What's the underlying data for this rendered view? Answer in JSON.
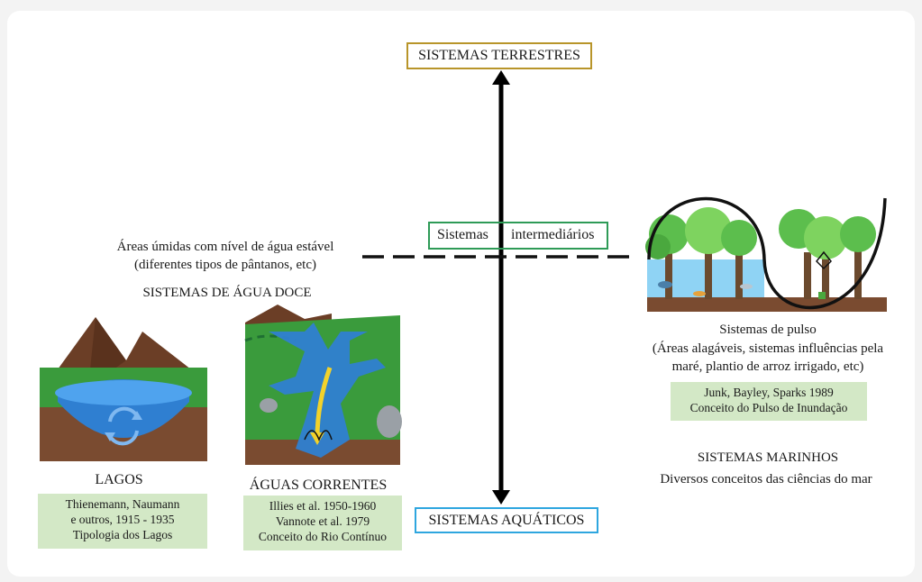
{
  "axis": {
    "top_label": "SISTEMAS TERRESTRES",
    "bottom_label": "SISTEMAS AQUÁTICOS",
    "middle_label_a": "Sistemas",
    "middle_label_b": "intermediários"
  },
  "wetlands_stable": {
    "line1": "Áreas úmidas com nível de água estável",
    "line2": "(diferentes tipos de pântanos, etc)"
  },
  "freshwater": {
    "heading": "SISTEMAS DE ÁGUA DOCE",
    "lakes": {
      "label": "LAGOS",
      "ref_lines": [
        "Thienemann, Naumann",
        "e outros, 1915 - 1935",
        "Tipologia dos Lagos"
      ]
    },
    "running_waters": {
      "label": "ÁGUAS CORRENTES",
      "ref_lines": [
        "Illies et al. 1950-1960",
        "Vannote et al. 1979",
        "Conceito do Rio Contínuo"
      ]
    }
  },
  "pulse": {
    "title": "Sistemas de pulso",
    "desc_lines": [
      "(Áreas alagáveis, sistemas influências pela",
      "maré, plantio de arroz irrigado, etc)"
    ],
    "ref_lines": [
      "Junk, Bayley, Sparks 1989",
      "Conceito do Pulso de Inundação"
    ]
  },
  "marine": {
    "heading": "SISTEMAS MARINHOS",
    "desc": "Diversos conceitos das ciências do mar"
  },
  "colors": {
    "terrestrial_border": "#b8952a",
    "aquatic_border": "#2ea6df",
    "intermediate_border": "#2e9b57",
    "reference_bg": "#d3e8c6",
    "water": "#2f7fd1",
    "grass": "#3a9b3c",
    "soil": "#7a4b30",
    "mountain": "#6b3e26",
    "tree_leaf": "#5cbe4d",
    "tree_trunk": "#6b4a2e"
  },
  "icons": [
    "lake-icon",
    "river-icon",
    "floodplain-icon",
    "vertical-double-arrow-icon",
    "dashed-line-icon"
  ]
}
